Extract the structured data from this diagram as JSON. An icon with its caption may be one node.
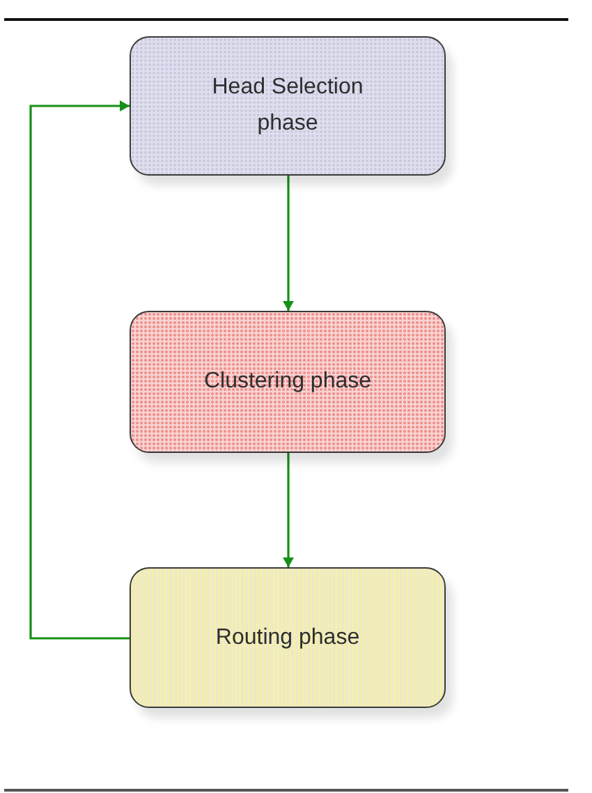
{
  "diagram": {
    "nodes": [
      {
        "text": [
          "Head Selection phase"
        ]
      },
      {
        "text": [
          "Clustering phase"
        ]
      },
      {
        "text": [
          "Routing phase"
        ]
      }
    ],
    "edges": [
      {
        "from": 0,
        "to": 1,
        "arrow": "to"
      },
      {
        "from": 1,
        "to": 2,
        "arrow": "to"
      },
      {
        "from": 2,
        "to": 0,
        "arrow": "to"
      }
    ]
  }
}
